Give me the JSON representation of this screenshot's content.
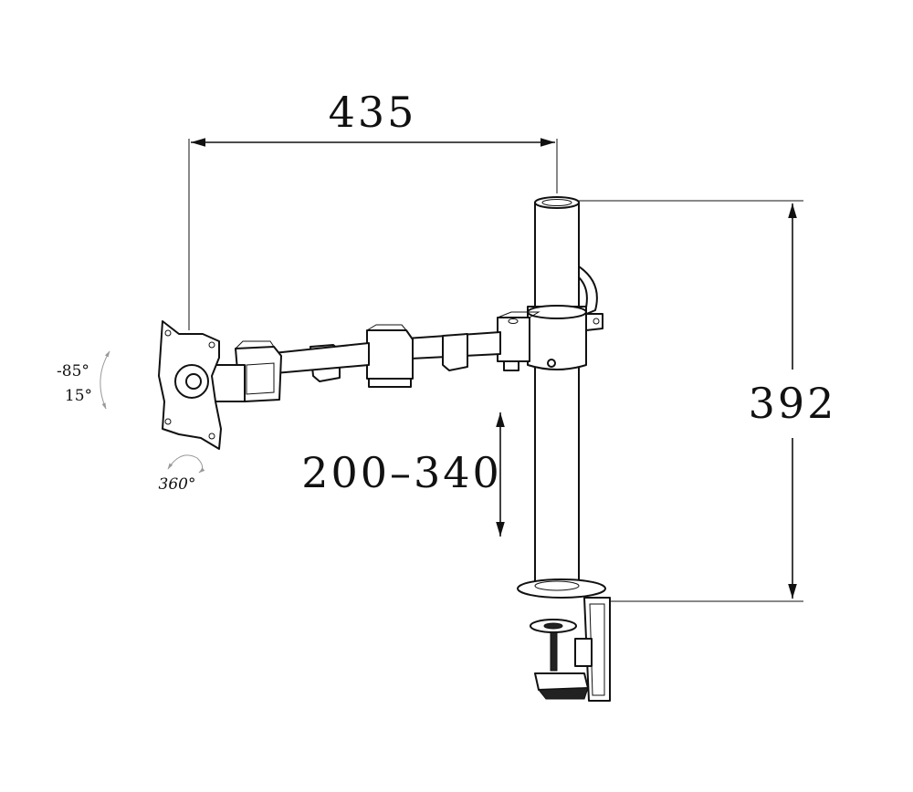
{
  "dimensions": {
    "arm_reach": "435",
    "pole_height": "392",
    "height_adjust": "200–340"
  },
  "rotations": {
    "tilt_up": "-85°",
    "tilt_down": "15°",
    "rotate": "360°"
  }
}
